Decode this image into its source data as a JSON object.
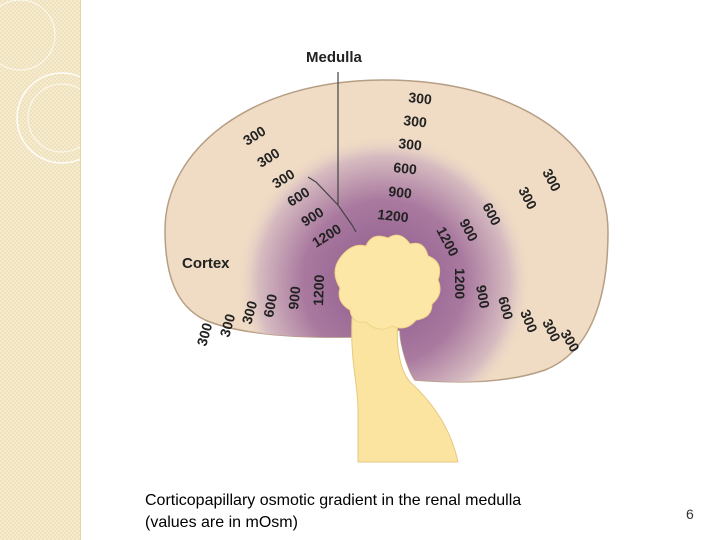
{
  "diagram": {
    "label_medulla": "Medulla",
    "label_cortex": "Cortex",
    "values": {
      "top_column": [
        "300",
        "300",
        "300",
        "600",
        "900",
        "1200"
      ],
      "upper_left_column": [
        "300",
        "300",
        "300",
        "600",
        "900",
        "1200"
      ],
      "upper_right_column": [
        "300",
        "300",
        "600",
        "900",
        "1200"
      ],
      "lower_left_column": [
        "300",
        "300",
        "300",
        "600",
        "900",
        "1200"
      ],
      "lower_right_column": [
        "1200",
        "900",
        "600",
        "300",
        "300",
        "300"
      ]
    },
    "colors": {
      "cortex": "#f0dcc4",
      "medulla_gradient_center": "#8a5a8c",
      "medulla_gradient_edge": "#efdcc8",
      "pelvis": "#fde7a6",
      "ureter": "#fbe4a0"
    }
  },
  "caption": {
    "line1": "Corticopapillary osmotic gradient in the renal medulla",
    "line2": "(values are in mOsm)"
  },
  "page_number": "6"
}
